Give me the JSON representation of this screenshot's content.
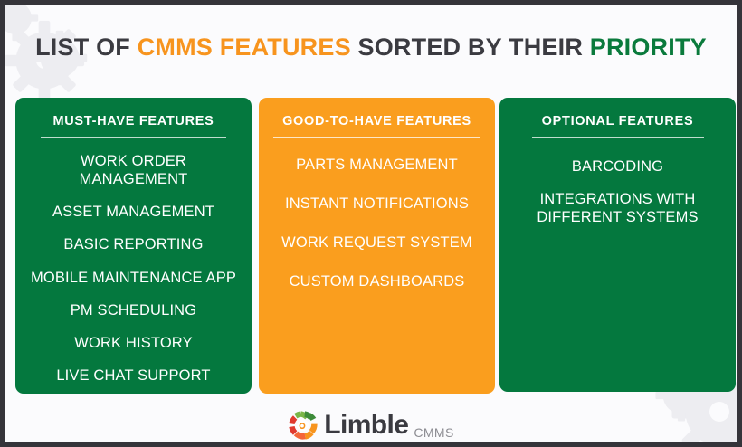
{
  "title": {
    "part1": "LIST OF ",
    "accent1": "CMMS FEATURES",
    "part2": " SORTED BY THEIR ",
    "accent2": "PRIORITY"
  },
  "colors": {
    "green": "#04783E",
    "orange": "#FA9E1E",
    "title_orange": "#F7941E",
    "title_green": "#0A7A3C",
    "title_dark": "#3B3B41",
    "border_dark": "#35343A",
    "background": "#FBFBFD",
    "logo_word": "#3A3A40",
    "logo_sub": "#8D8D93"
  },
  "panels": [
    {
      "heading": "MUST-HAVE FEATURES",
      "color": "#04783E",
      "items": [
        "WORK ORDER MANAGEMENT",
        "ASSET MANAGEMENT",
        "BASIC REPORTING",
        "MOBILE MAINTENANCE APP",
        "PM SCHEDULING",
        "WORK HISTORY",
        "LIVE CHAT SUPPORT"
      ]
    },
    {
      "heading": "GOOD-TO-HAVE FEATURES",
      "color": "#FA9E1E",
      "items": [
        "PARTS MANAGEMENT",
        "INSTANT NOTIFICATIONS",
        "WORK REQUEST SYSTEM",
        "CUSTOM DASHBOARDS"
      ]
    },
    {
      "heading": "OPTIONAL FEATURES",
      "color": "#04783E",
      "items": [
        "BARCODING",
        "INTEGRATIONS WITH DIFFERENT SYSTEMS"
      ]
    }
  ],
  "logo": {
    "icon": "multicolor-gear-icon",
    "word": "Limble",
    "sub": "CMMS"
  },
  "decorations": {
    "top_left": "gear-watermark",
    "bottom_right": "gear-watermark"
  }
}
